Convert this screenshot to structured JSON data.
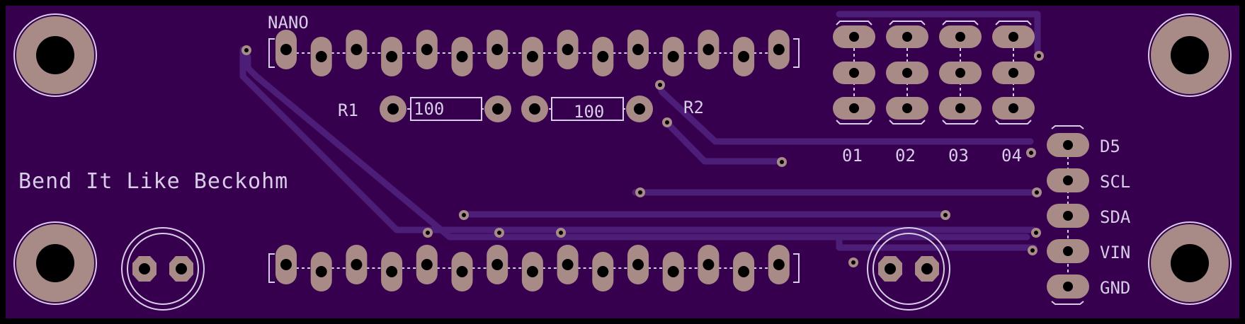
{
  "board": {
    "title": "Bend It Like Beckohm",
    "nano_label": "NANO",
    "r1_label": "R1",
    "r2_label": "R2",
    "r1_value": "100",
    "r2_value": "100"
  },
  "connector_labels": [
    "01",
    "02",
    "03",
    "04"
  ],
  "pin_labels": [
    "D5",
    "SCL",
    "SDA",
    "VIN",
    "GND"
  ],
  "colors": {
    "substrate": "#37004e",
    "trace": "#4d1e78",
    "pad": "#a88a86",
    "silkscreen": "#d8cde8",
    "drill": "#000000",
    "edge": "#000000"
  }
}
